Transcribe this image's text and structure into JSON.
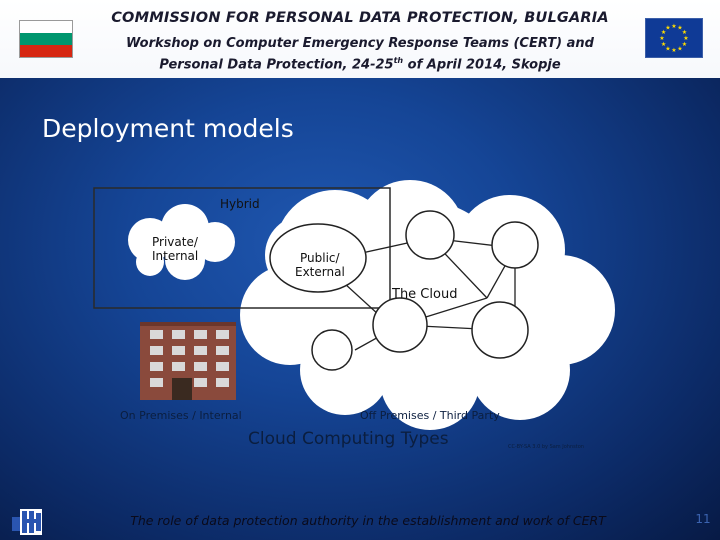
{
  "header": {
    "title": "COMMISSION FOR PERSONAL DATA PROTECTION, BULGARIA",
    "subtitle_line1": "Workshop on Computer Emergency Response Teams (CERT) and",
    "subtitle_line2_pre": "Personal Data Protection, 24-25",
    "subtitle_line2_sup": "th",
    "subtitle_line2_post": " of April 2014, Skopje",
    "bg_flag_colors": [
      "#ffffff",
      "#00966e",
      "#d62612"
    ],
    "eu_flag_color": "#0f3a96",
    "eu_star_color": "#ffdd00"
  },
  "slide": {
    "title": "Deployment models"
  },
  "diagram": {
    "caption": "Cloud Computing Types",
    "credit": "CC-BY-SA 3.0 by Sam Johnston",
    "labels": {
      "hybrid": "Hybrid",
      "private_line1": "Private/",
      "private_line2": "Internal",
      "public_line1": "Public/",
      "public_line2": "External",
      "the_cloud": "The Cloud",
      "on_premises": "On Premises / Internal",
      "off_premises": "Off Premises / Third Party"
    }
  },
  "footer": {
    "text": "The role of data protection authority in the establishment and work of CERT",
    "page_number": "11"
  }
}
